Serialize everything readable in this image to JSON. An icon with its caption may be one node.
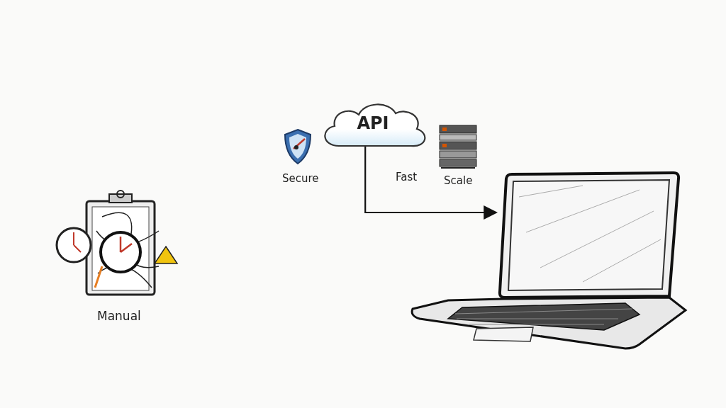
{
  "diagram": {
    "nodes": [
      {
        "text": [
          "API"
        ]
      },
      {
        "text": [],
        "shape": "picture"
      }
    ],
    "edges": [
      {
        "from": 0,
        "to": 1,
        "arrow": "to"
      }
    ],
    "labels": [
      "Secure",
      "Fast",
      "Scale",
      "Manual"
    ]
  }
}
